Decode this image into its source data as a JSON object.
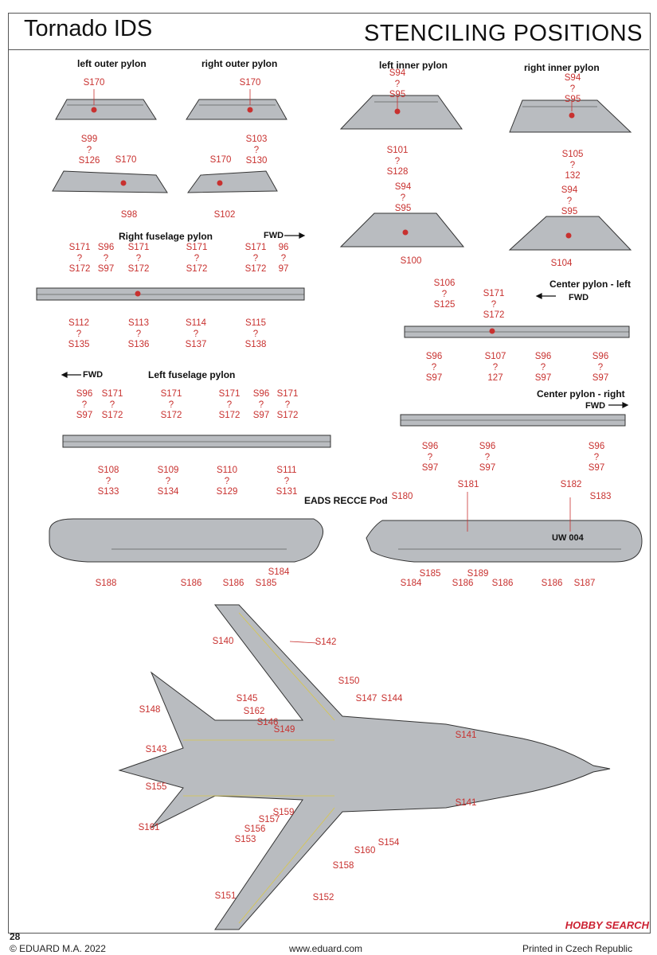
{
  "header": {
    "title": "Tornado IDS",
    "subtitle": "STENCILING POSITIONS"
  },
  "labels": {
    "left_outer_pylon": "left outer pylon",
    "right_outer_pylon": "right outer pylon",
    "left_inner_pylon": "left inner pylon",
    "right_inner_pylon": "right inner pylon",
    "right_fuselage_pylon": "Right fuselage pylon",
    "left_fuselage_pylon": "Left fuselage pylon",
    "center_pylon_left": "Center  pylon - left",
    "center_pylon_right": "Center  pylon - right",
    "recce_pod": "EADS RECCE Pod",
    "fwd": "FWD",
    "pod_code": "UW 004"
  },
  "callouts": [
    {
      "id": "c1",
      "text": [
        "S170"
      ]
    },
    {
      "id": "c2",
      "text": [
        "S99",
        "?",
        "S126"
      ]
    },
    {
      "id": "c3",
      "text": [
        "S170"
      ]
    },
    {
      "id": "c4",
      "text": [
        "S98"
      ]
    },
    {
      "id": "c5",
      "text": [
        "S170"
      ]
    },
    {
      "id": "c6",
      "text": [
        "S103",
        "?",
        "S130"
      ]
    },
    {
      "id": "c7",
      "text": [
        "S170"
      ]
    },
    {
      "id": "c8",
      "text": [
        "S102"
      ]
    },
    {
      "id": "c9",
      "text": [
        "S94",
        "?",
        "S95"
      ]
    },
    {
      "id": "c10",
      "text": [
        "S101",
        "?",
        "S128"
      ]
    },
    {
      "id": "c11",
      "text": [
        "S94",
        "?",
        "S95"
      ]
    },
    {
      "id": "c12",
      "text": [
        "S100"
      ]
    },
    {
      "id": "c13",
      "text": [
        "S94",
        "?",
        "S95"
      ]
    },
    {
      "id": "c14",
      "text": [
        "S105",
        "?",
        "132"
      ]
    },
    {
      "id": "c15",
      "text": [
        "S94",
        "?",
        "S95"
      ]
    },
    {
      "id": "c16",
      "text": [
        "S104"
      ]
    },
    {
      "id": "c17",
      "text": [
        "S171",
        "?",
        "S172"
      ]
    },
    {
      "id": "c18",
      "text": [
        "S96",
        "?",
        "S97"
      ]
    },
    {
      "id": "c19",
      "text": [
        "S171",
        "?",
        "S172"
      ]
    },
    {
      "id": "c20",
      "text": [
        "S171",
        "?",
        "S172"
      ]
    },
    {
      "id": "c21",
      "text": [
        "S171",
        "?",
        "S172"
      ]
    },
    {
      "id": "c22",
      "text": [
        "96",
        "?",
        "97"
      ]
    },
    {
      "id": "c23",
      "text": [
        "S112",
        "?",
        "S135"
      ]
    },
    {
      "id": "c24",
      "text": [
        "S113",
        "?",
        "S136"
      ]
    },
    {
      "id": "c25",
      "text": [
        "S114",
        "?",
        "S137"
      ]
    },
    {
      "id": "c26",
      "text": [
        "S115",
        "?",
        "S138"
      ]
    },
    {
      "id": "c27",
      "text": [
        "S106",
        "?",
        "S125"
      ]
    },
    {
      "id": "c28",
      "text": [
        "S171",
        "?",
        "S172"
      ]
    },
    {
      "id": "c29",
      "text": [
        "S96",
        "?",
        "S97"
      ]
    },
    {
      "id": "c30",
      "text": [
        "S107",
        "?",
        "127"
      ]
    },
    {
      "id": "c31",
      "text": [
        "S96",
        "?",
        "S97"
      ]
    },
    {
      "id": "c32",
      "text": [
        "S96",
        "?",
        "S97"
      ]
    },
    {
      "id": "c33",
      "text": [
        "S96",
        "?",
        "S97"
      ]
    },
    {
      "id": "c34",
      "text": [
        "S171",
        "?",
        "S172"
      ]
    },
    {
      "id": "c35",
      "text": [
        "S171",
        "?",
        "S172"
      ]
    },
    {
      "id": "c36",
      "text": [
        "S171",
        "?",
        "S172"
      ]
    },
    {
      "id": "c37",
      "text": [
        "S96",
        "?",
        "S97"
      ]
    },
    {
      "id": "c38",
      "text": [
        "S171",
        "?",
        "S172"
      ]
    },
    {
      "id": "c39",
      "text": [
        "S108",
        "?",
        "S133"
      ]
    },
    {
      "id": "c40",
      "text": [
        "S109",
        "?",
        "S134"
      ]
    },
    {
      "id": "c41",
      "text": [
        "S110",
        "?",
        "S129"
      ]
    },
    {
      "id": "c42",
      "text": [
        "S111",
        "?",
        "S131"
      ]
    },
    {
      "id": "c43",
      "text": [
        "S96",
        "?",
        "S97"
      ]
    },
    {
      "id": "c44",
      "text": [
        "S96",
        "?",
        "S97"
      ]
    },
    {
      "id": "c45",
      "text": [
        "S96",
        "?",
        "S97"
      ]
    },
    {
      "id": "c46",
      "text": [
        "S184"
      ]
    },
    {
      "id": "c47",
      "text": [
        "S188"
      ]
    },
    {
      "id": "c48",
      "text": [
        "S186"
      ]
    },
    {
      "id": "c49",
      "text": [
        "S186"
      ]
    },
    {
      "id": "c50",
      "text": [
        "S185"
      ]
    },
    {
      "id": "c51",
      "text": [
        "S181"
      ]
    },
    {
      "id": "c52",
      "text": [
        "S182"
      ]
    },
    {
      "id": "c53",
      "text": [
        "S180"
      ]
    },
    {
      "id": "c54",
      "text": [
        "S183"
      ]
    },
    {
      "id": "c55",
      "text": [
        "S185"
      ]
    },
    {
      "id": "c56",
      "text": [
        "S189"
      ]
    },
    {
      "id": "c57",
      "text": [
        "S184"
      ]
    },
    {
      "id": "c58",
      "text": [
        "S186"
      ]
    },
    {
      "id": "c59",
      "text": [
        "S186"
      ]
    },
    {
      "id": "c60",
      "text": [
        "S186"
      ]
    },
    {
      "id": "c61",
      "text": [
        "S187"
      ]
    },
    {
      "id": "c62",
      "text": [
        "S140"
      ]
    },
    {
      "id": "c63",
      "text": [
        "S142"
      ]
    },
    {
      "id": "c64",
      "text": [
        "S150"
      ]
    },
    {
      "id": "c65",
      "text": [
        "S147"
      ]
    },
    {
      "id": "c66",
      "text": [
        "S144"
      ]
    },
    {
      "id": "c67",
      "text": [
        "S145"
      ]
    },
    {
      "id": "c68",
      "text": [
        "S148"
      ]
    },
    {
      "id": "c69",
      "text": [
        "S162"
      ]
    },
    {
      "id": "c70",
      "text": [
        "S146"
      ]
    },
    {
      "id": "c71",
      "text": [
        "S149"
      ]
    },
    {
      "id": "c72",
      "text": [
        "S141"
      ]
    },
    {
      "id": "c73",
      "text": [
        "S143"
      ]
    },
    {
      "id": "c74",
      "text": [
        "S155"
      ]
    },
    {
      "id": "c75",
      "text": [
        "S141"
      ]
    },
    {
      "id": "c76",
      "text": [
        "S159"
      ]
    },
    {
      "id": "c77",
      "text": [
        "S157"
      ]
    },
    {
      "id": "c78",
      "text": [
        "S156"
      ]
    },
    {
      "id": "c79",
      "text": [
        "S161"
      ]
    },
    {
      "id": "c80",
      "text": [
        "S153"
      ]
    },
    {
      "id": "c81",
      "text": [
        "S154"
      ]
    },
    {
      "id": "c82",
      "text": [
        "S160"
      ]
    },
    {
      "id": "c83",
      "text": [
        "S158"
      ]
    },
    {
      "id": "c84",
      "text": [
        "S151"
      ]
    },
    {
      "id": "c85",
      "text": [
        "S152"
      ]
    }
  ],
  "footer": {
    "page": "28",
    "copyright": "© EDUARD M.A. 2022",
    "website": "www.eduard.com",
    "printed": "Printed in Czech Republic",
    "watermark": "HOBBY SEARCH"
  }
}
